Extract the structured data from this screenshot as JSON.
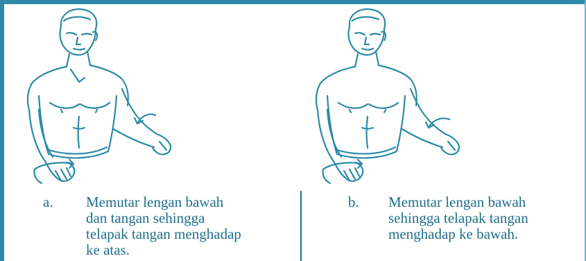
{
  "panels": [
    {
      "marker": "a.",
      "caption": "Memutar lengan bawah\ndan tangan sehingga\ntelapak tangan menghadap\nke atas."
    },
    {
      "marker": "b.",
      "caption": "Memutar lengan bawah\nsehingga telapak tangan\nmenghadap ke bawah."
    }
  ],
  "colors": {
    "line": "#2b8aa6",
    "text": "#1f6f8b",
    "frame": "#2f8aa8"
  }
}
